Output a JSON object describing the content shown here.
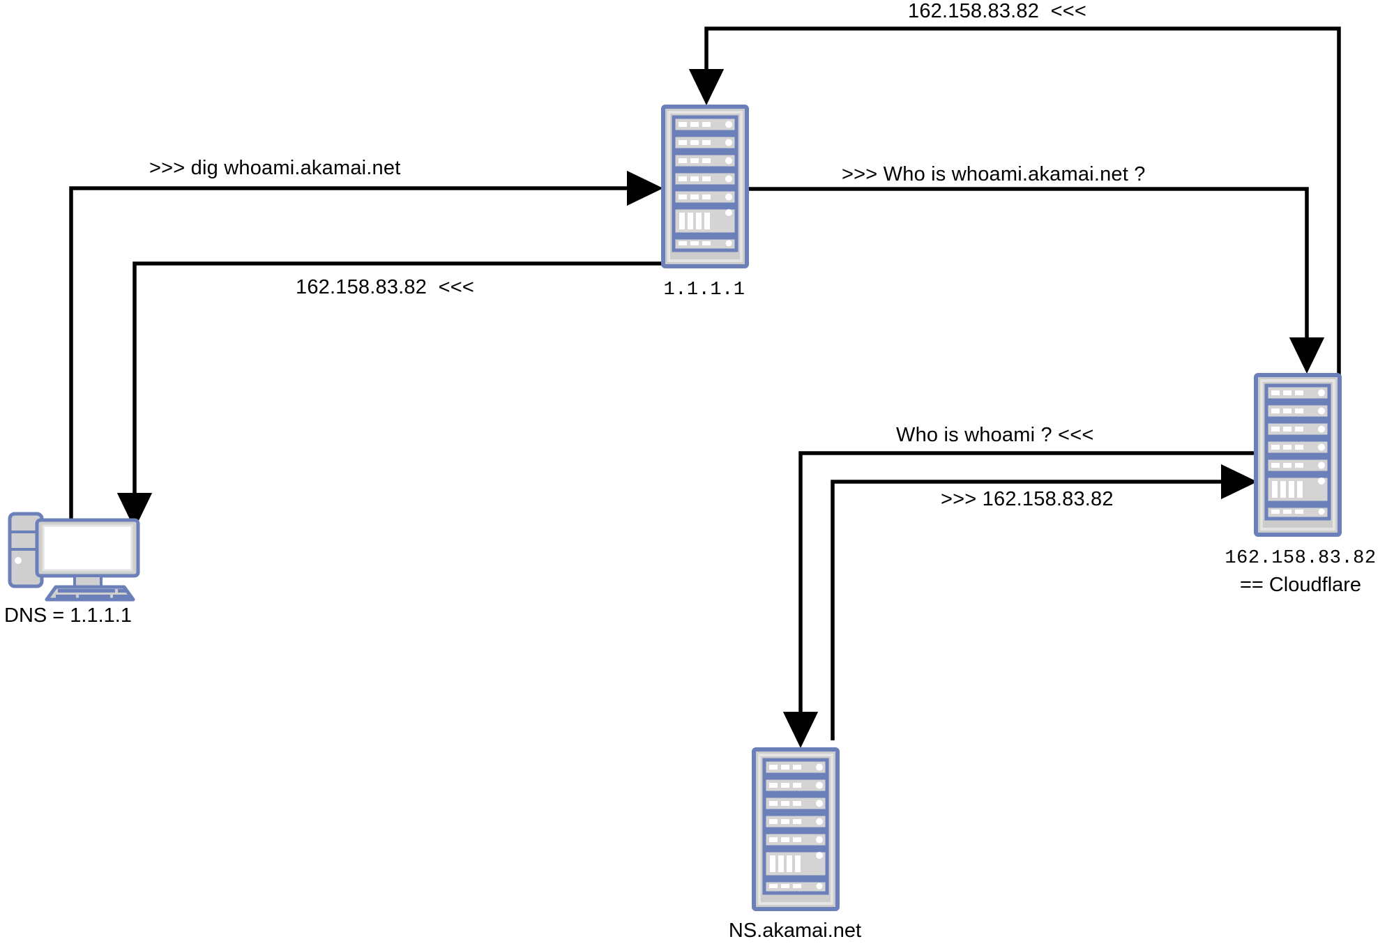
{
  "diagram": {
    "title": "DNS resolution of whoami.akamai.net via 1.1.1.1",
    "type": "network-flow",
    "background_color": "#ffffff",
    "wire_color": "#000000",
    "icon_stroke_color": "#6b80b8",
    "icon_fill_color": "#cccccc",
    "icon_inner_color": "#e8e8e8"
  },
  "nodes": [
    {
      "id": "client-pc",
      "icon": "desktop-computer-icon",
      "label": "DNS = 1.1.1.1",
      "label_mono": false
    },
    {
      "id": "resolver",
      "icon": "server-rack-icon",
      "label": "1.1.1.1",
      "label_mono": true
    },
    {
      "id": "cloudflare",
      "icon": "server-rack-icon",
      "label": "162.158.83.82",
      "label_line2": "== Cloudflare",
      "label_mono": true
    },
    {
      "id": "ns-akamai",
      "icon": "server-rack-icon",
      "label": "NS.akamai.net",
      "label_mono": false
    }
  ],
  "edges": [
    {
      "id": "edge-client-to-resolver",
      "from": "client-pc",
      "to": "resolver",
      "label": ">>> dig whoami.akamai.net"
    },
    {
      "id": "edge-resolver-to-client",
      "from": "resolver",
      "to": "client-pc",
      "label": "162.158.83.82  <<<"
    },
    {
      "id": "edge-resolver-to-cloudflare",
      "from": "resolver",
      "to": "cloudflare",
      "label": ">>> Who is whoami.akamai.net ?"
    },
    {
      "id": "edge-cloudflare-to-resolver",
      "from": "cloudflare",
      "to": "resolver",
      "label": "162.158.83.82  <<<"
    },
    {
      "id": "edge-cloudflare-to-ns",
      "from": "cloudflare",
      "to": "ns-akamai",
      "label": "Who is whoami ? <<<"
    },
    {
      "id": "edge-ns-to-cloudflare",
      "from": "ns-akamai",
      "to": "cloudflare",
      "label": ">>> 162.158.83.82"
    }
  ],
  "labels": {
    "top_response": "162.158.83.82  <<<",
    "dig_command": ">>> dig whoami.akamai.net",
    "who_is_full": ">>> Who is whoami.akamai.net ?",
    "resolver_response": "162.158.83.82  <<<",
    "who_is_short": "Who is whoami ? <<<",
    "ns_answer": ">>> 162.158.83.82",
    "resolver_name": "1.1.1.1",
    "client_name": "DNS = 1.1.1.1",
    "cloudflare_ip": "162.158.83.82",
    "cloudflare_name": "== Cloudflare",
    "ns_name": "NS.akamai.net"
  }
}
